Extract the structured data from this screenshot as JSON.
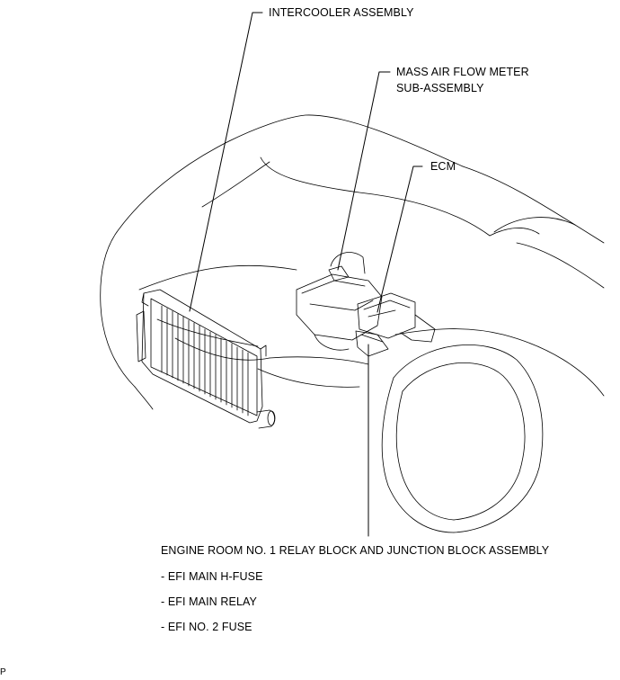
{
  "labels": {
    "intercooler": "INTERCOOLER ASSEMBLY",
    "maf_line1": "MASS AIR FLOW METER",
    "maf_line2": "SUB-ASSEMBLY",
    "ecm": "ECM",
    "relay_block": "ENGINE ROOM NO. 1 RELAY BLOCK AND JUNCTION BLOCK ASSEMBLY",
    "sub_items": [
      "- EFI MAIN H-FUSE",
      "- EFI MAIN RELAY",
      "- EFI NO. 2 FUSE"
    ],
    "figure_code": "P"
  },
  "colors": {
    "line": "#000000",
    "background": "#ffffff"
  }
}
